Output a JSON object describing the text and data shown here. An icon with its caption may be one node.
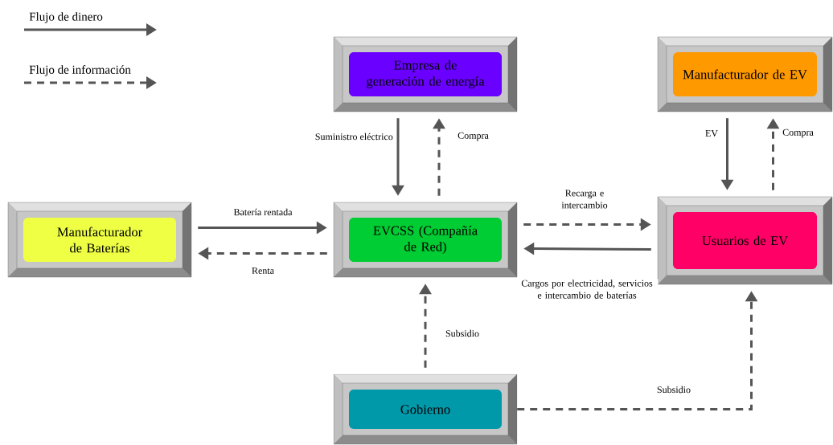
{
  "diagram": {
    "nodes": [
      {
        "text": [
          "Empresa de generación de energía"
        ]
      },
      {
        "text": [
          "Manufacturador de EV"
        ]
      },
      {
        "text": [
          "Manufacturador de Baterías"
        ]
      },
      {
        "text": [
          "EVCSS (Compañía de Red)"
        ]
      },
      {
        "text": [
          "Usuarios de EV"
        ]
      },
      {
        "text": [
          "Gobierno"
        ]
      }
    ],
    "edges": [
      {
        "from": 0,
        "to": 3,
        "arrow": "to",
        "label": "Suministro eléctrico"
      },
      {
        "from": 3,
        "to": 0,
        "arrow": "to",
        "label": "Compra",
        "style": "dashed"
      },
      {
        "from": 1,
        "to": 4,
        "arrow": "to",
        "label": "EV"
      },
      {
        "from": 4,
        "to": 1,
        "arrow": "to",
        "label": "Compra",
        "style": "dashed"
      },
      {
        "from": 2,
        "to": 3,
        "arrow": "to",
        "label": "Batería rentada"
      },
      {
        "from": 3,
        "to": 2,
        "arrow": "to",
        "label": "Renta",
        "style": "dashed"
      },
      {
        "from": 3,
        "to": 4,
        "arrow": "to",
        "label": "Recarga e intercambio",
        "style": "dashed"
      },
      {
        "from": 4,
        "to": 3,
        "arrow": "to",
        "label": "Cargos por electricidad, servicios e intercambio de baterías"
      },
      {
        "from": 5,
        "to": 3,
        "arrow": "to",
        "label": "Subsidio",
        "style": "dashed"
      },
      {
        "from": 5,
        "to": 4,
        "arrow": "to",
        "label": "Subsidio",
        "style": "dashed"
      }
    ],
    "legend": [
      {
        "text": "Flujo de dinero"
      },
      {
        "text": "Flujo de información"
      }
    ]
  }
}
